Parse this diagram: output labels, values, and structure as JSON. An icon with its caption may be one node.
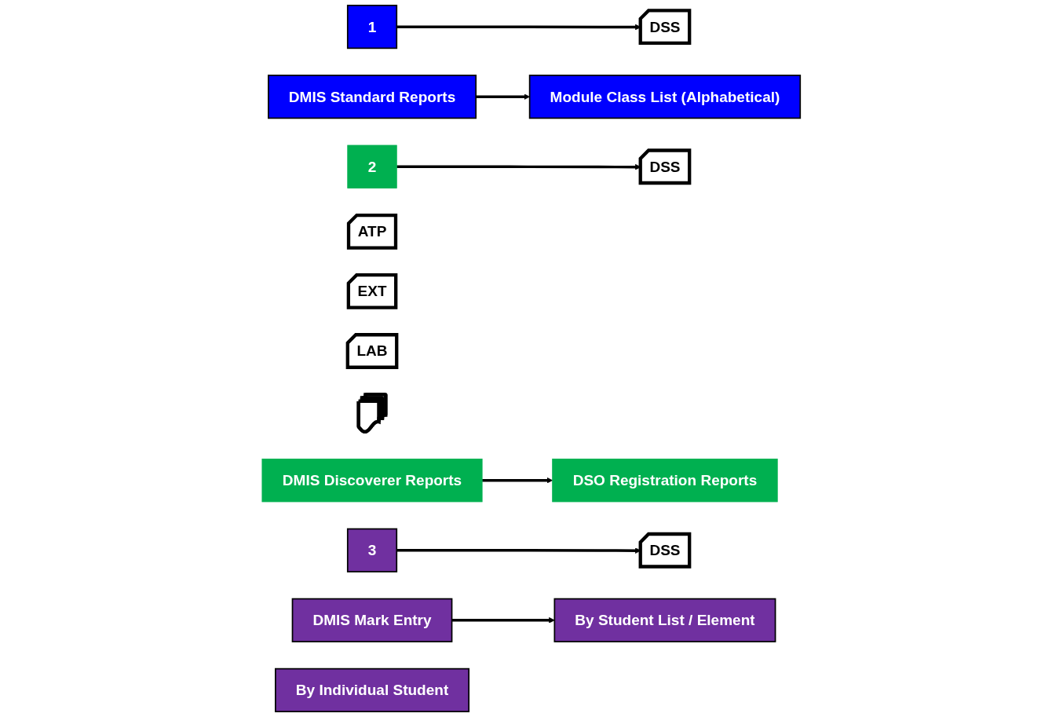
{
  "diagram": {
    "nodes": [
      {
        "text": [
          "1"
        ]
      },
      {
        "text": [
          "DSS"
        ]
      },
      {
        "text": [
          "DMIS Standard Reports"
        ]
      },
      {
        "text": [
          "Module Class List (Alphabetical)"
        ]
      },
      {
        "text": [
          "2"
        ]
      },
      {
        "text": [
          "DSS"
        ]
      },
      {
        "text": [
          "ATP"
        ]
      },
      {
        "text": [
          "EXT"
        ]
      },
      {
        "text": [
          "LAB"
        ]
      },
      {
        "text": [],
        "shape": "box"
      },
      {
        "text": [
          "DMIS Discoverer Reports"
        ]
      },
      {
        "text": [
          "DSO Registration Reports"
        ]
      },
      {
        "text": [
          "3"
        ]
      },
      {
        "text": [
          "DSS"
        ]
      },
      {
        "text": [
          "DMIS Mark Entry"
        ]
      },
      {
        "text": [
          "By Student List / Element"
        ]
      },
      {
        "text": [
          "By Individual Student"
        ]
      }
    ],
    "edges": [
      {
        "from": 0,
        "to": 1,
        "arrow": "to"
      },
      {
        "from": 2,
        "to": 3,
        "arrow": "to"
      },
      {
        "from": 4,
        "to": 5,
        "arrow": "to"
      },
      {
        "from": 10,
        "to": 11,
        "arrow": "to"
      },
      {
        "from": 12,
        "to": 13,
        "arrow": "to"
      },
      {
        "from": 14,
        "to": 15,
        "arrow": "to"
      }
    ]
  }
}
